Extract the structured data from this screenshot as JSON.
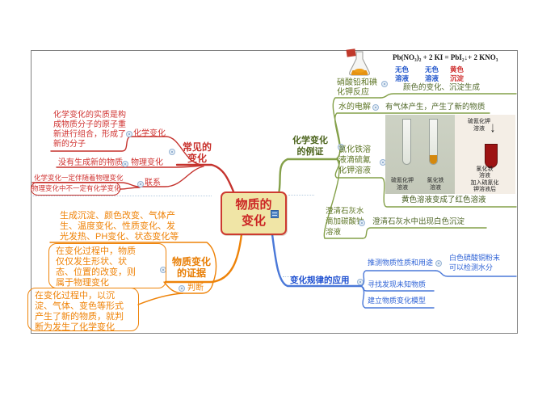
{
  "central": {
    "label": "物质的\n变化"
  },
  "branches": {
    "common": {
      "label": "常见的\n变化",
      "chemical": {
        "label": "化学变化",
        "desc": "化学变化的实质是构\n成物质分子的原子重\n新进行组合，形成了\n新的分子"
      },
      "physical": {
        "label": "物理变化",
        "desc": "没有生成新的物质"
      },
      "relation": {
        "label": "联系",
        "item1": "化学变化一定伴随着物理变化",
        "item2": "物理变化中不一定有化学变化"
      }
    },
    "examples": {
      "label": "化学变化\n的例证",
      "pbno3": {
        "label": "硝酸铅和碘\n化钾反应",
        "equation": "Pb(NO₃)₂ + 2 KI = PbI₂↓+ 2 KNO₃",
        "legend": [
          {
            "text": "无色\n溶液",
            "color": "#2458cc"
          },
          {
            "text": "无色\n溶液",
            "color": "#2458cc"
          },
          {
            "text": "黄色\n沉淀",
            "color": "#cf3030"
          }
        ],
        "result": "颜色的变化、沉淀生成"
      },
      "electrolysis": {
        "label": "水的电解",
        "result": "有气体产生，产生了新的物质"
      },
      "fecl3": {
        "label": "氯化铁溶\n液滴硫氰\n化钾溶液",
        "photo": {
          "tube1_label": "硫氰化钾\n溶液",
          "tube2_label": "氯化铁\n溶液"
        },
        "illustration": {
          "drop_label": "硫氰化钾\n溶液",
          "arrow": "↓",
          "result_label": "氯化铁\n溶液\n加入硫氰化\n钾溶液后"
        },
        "result": "黄色溶液变成了红色溶液"
      },
      "limewater": {
        "label": "澄清石灰水\n滴加碳酸钠\n溶液",
        "result": "澄清石灰水中出现白色沉淀"
      }
    },
    "evidence": {
      "label": "物质变化\n的证据",
      "signs": "生成沉淀、颜色改变、气体产\n生、温度变化、性质变化、发\n光发热、PH变化、状态变化等",
      "judge": {
        "label": "判断",
        "physical_rule": "在变化过程中，物质\n仅仅发生形状、状\n态、位置的改变，则\n属于物理变化",
        "chemical_rule": "在变化过程中，以沉\n淀、气体、变色等形式\n产生了新的物质，就判\n断为发生了化学变化"
      }
    },
    "application": {
      "label": "变化规律的应用",
      "infer": {
        "label": "推测物质性质和用途",
        "detail": "白色硫酸铜粉末\n可以检测水分"
      },
      "discover": {
        "label": "寻找发现未知物质"
      },
      "model": {
        "label": "建立物质变化模型"
      }
    }
  },
  "colors": {
    "red_branch": "#c5322d",
    "green_branch": "#84a049",
    "orange_branch": "#ee8309",
    "blue_branch": "#4a78d8",
    "central_bg": "#f0e5a6",
    "central_border": "#cd3a30",
    "central_text": "#cb2524"
  },
  "icons": {
    "expand": "circle-toggle",
    "notes": "blue-note-square",
    "flask": "conical-flask-yellow-precipitate",
    "drop_arrow": "↓"
  }
}
